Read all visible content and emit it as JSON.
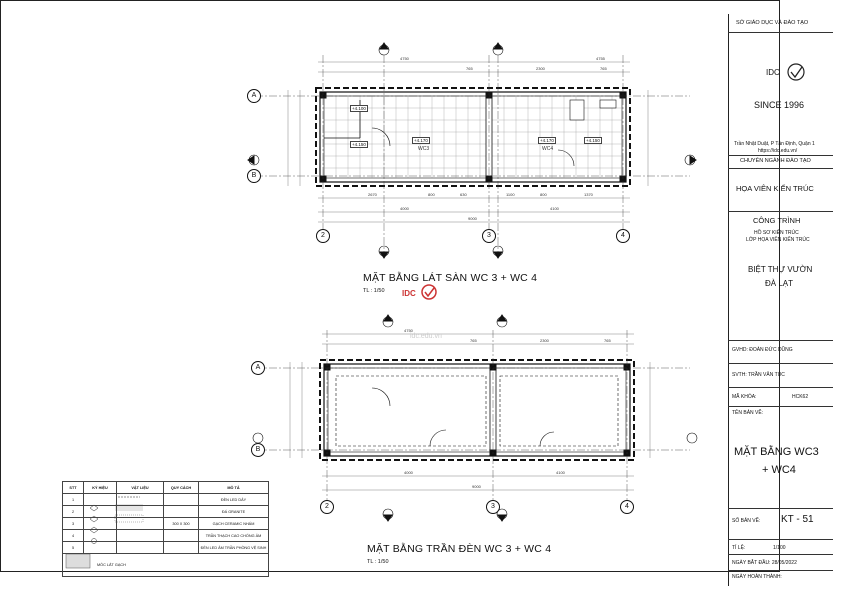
{
  "titleblock": {
    "org": "SỞ GIÁO DỤC VÀ ĐÀO TẠO",
    "logo_text": "IDC",
    "since": "SINCE 1996",
    "address": "Trần Nhật Duật, P Tân Định, Quận 1",
    "website": "https://idc.edu.vn/",
    "dept": "CHUYÊN NGÀNH ĐÀO TẠO",
    "dept_name": "HỌA VIÊN KIẾN TRÚC",
    "project_label": "CÔNG TRÌNH",
    "project_sub1": "HỒ SƠ KIẾN TRÚC",
    "project_sub2": "LỚP HỌA VIÊN KIẾN TRÚC",
    "project_name1": "Biệt thự vườn",
    "project_name2": "Đà Lạt",
    "gvhd": "GVHD: ĐOÀN ĐỨC DŨNG",
    "svth": "SVTH: TRẦN VĂN TÚC",
    "course_label": "MÃ KHÓA:",
    "course": "HCK62",
    "drawing_label": "TÊN BẢN VẼ:",
    "drawing_name1": "MẶT BẰNG WC3",
    "drawing_name2": "+ WC4",
    "sheet_label": "SỐ BẢN VẼ:",
    "sheet": "KT - 51",
    "scale_label": "TỈ LỆ:",
    "scale": "1/100",
    "start_label": "NGÀY BẮT ĐẦU: 28/05/2022",
    "end_label": "NGÀY HOÀN THÀNH:"
  },
  "plan_top": {
    "title": "MẶT BẰNG LÁT SÀN WC 3 + WC 4",
    "scale": "TL : 1/50",
    "room_left": "WC3",
    "room_right": "WC4",
    "levels": [
      "+4.100",
      "+4.150",
      "+4.170",
      "+4.170",
      "+4.150"
    ],
    "dims_top": [
      "4750",
      "765",
      "2300",
      "4755",
      "765"
    ],
    "dims_bottom": [
      "2670",
      "800",
      "630",
      "1100",
      "800",
      "1370"
    ],
    "dims_total": [
      "4000",
      "4100",
      "9000"
    ],
    "axis_rows": [
      "A",
      "B"
    ],
    "axis_cols": [
      "2",
      "3",
      "4"
    ]
  },
  "plan_bottom": {
    "title": "MẶT BẰNG TRẦN ĐÈN WC 3 + WC 4",
    "scale": "TL : 1/50",
    "dims_top": [
      "4750",
      "765",
      "2300",
      "765"
    ],
    "dims_bottom": [
      "4000",
      "4100",
      "9000"
    ],
    "axis_rows": [
      "A",
      "B"
    ],
    "axis_cols": [
      "2",
      "3",
      "4"
    ]
  },
  "legend": {
    "headers": [
      "STT",
      "KÝ HIỆU",
      "VẬT LIỆU",
      "QUY CÁCH",
      "MÔ TẢ"
    ],
    "rows": [
      {
        "stt": "1",
        "spec": "",
        "desc": "ĐÈN LED DÂY"
      },
      {
        "stt": "2",
        "spec": "",
        "desc": "ĐÁ GRANITE"
      },
      {
        "stt": "3",
        "spec": "300 X 300",
        "desc": "GẠCH CERAMIC NHÁM"
      },
      {
        "stt": "4",
        "spec": "",
        "desc": "TRẦN THẠCH CAO CHỐNG ẨM"
      },
      {
        "stt": "5",
        "spec": "",
        "desc": "ĐÈN LED ÂM TRẦN PHÒNG VỆ SINH"
      }
    ],
    "footer": "MÓC LẮT GẠCH"
  },
  "watermark": "idc.edu.vn"
}
